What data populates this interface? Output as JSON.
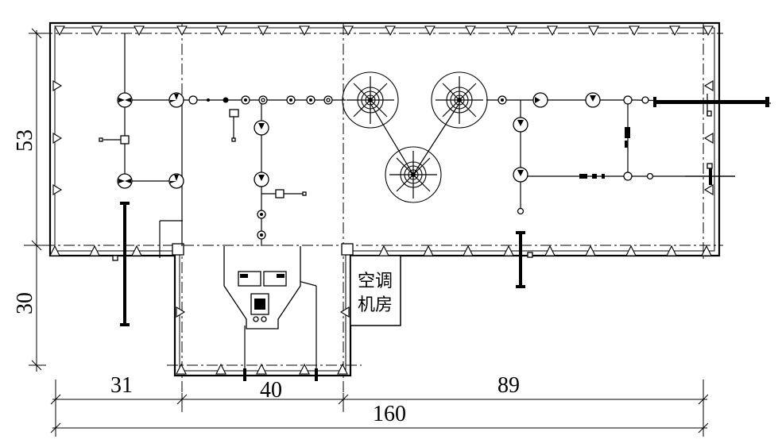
{
  "dimensions": {
    "height_top": "53",
    "height_bottom": "30",
    "width_left": "31",
    "width_middle": "40",
    "width_right": "89",
    "width_total": "160"
  },
  "rooms": {
    "ac_room_line1": "空调",
    "ac_room_line2": "机房"
  }
}
